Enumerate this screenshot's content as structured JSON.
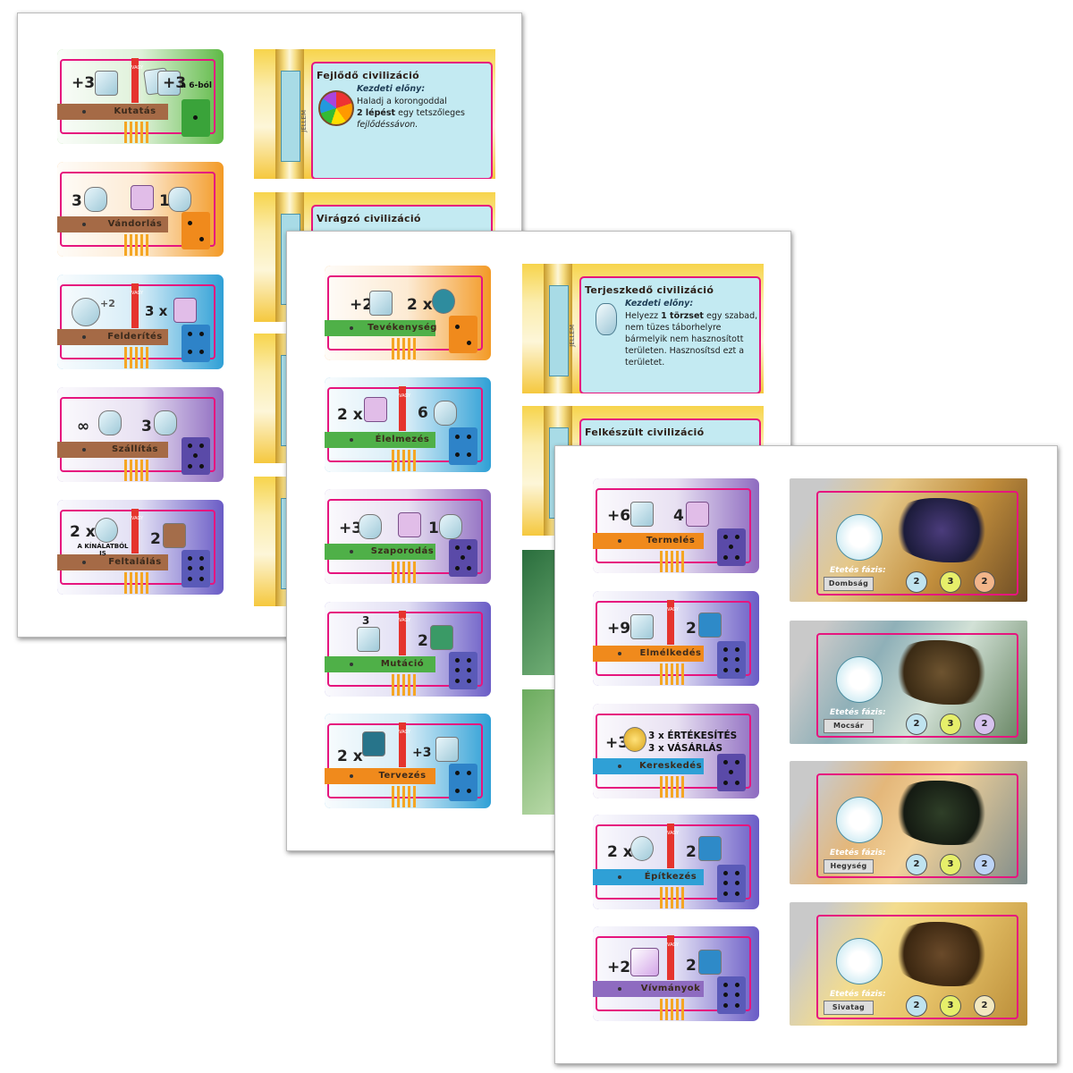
{
  "vagy_label": "VAGY",
  "sheet1": {
    "cards": [
      {
        "name": "Kutatás",
        "left_value": "+3",
        "right_value": "+3",
        "right_note": "a 6-ból"
      },
      {
        "name": "Vándorlás",
        "left_value": "3",
        "right_value": "1"
      },
      {
        "name": "Felderítés",
        "left_value": "+2",
        "right_value": "3 x"
      },
      {
        "name": "Szállítás",
        "left_value": "∞",
        "right_value": "3"
      },
      {
        "name": "Feltalálás",
        "left_value": "2 x",
        "left_note": "A KÍNÁLATBÓL IS",
        "right_value": "2"
      }
    ],
    "civs": [
      {
        "title": "Fejlődő civilizáció",
        "advantage": "Kezdeti előny:",
        "desc_plain1": "Haladj a korongoddal",
        "desc_bold": "2 lépést",
        "desc_plain2": "egy tetszőleges",
        "desc_italic": "fejlődéssávon."
      },
      {
        "title": "Virágzó civilizáció"
      }
    ]
  },
  "sheet2": {
    "cards": [
      {
        "name": "Tevékenység",
        "left_value": "+2",
        "right_value": "2 x"
      },
      {
        "name": "Élelmezés",
        "left_value": "2 x",
        "right_value": "6"
      },
      {
        "name": "Szaporodás",
        "left_value": "+3",
        "right_value": "1"
      },
      {
        "name": "Mutáció",
        "left_value": "3",
        "right_value": "2"
      },
      {
        "name": "Tervezés",
        "left_value": "2 x",
        "right_value": "+3"
      }
    ],
    "civs": [
      {
        "title": "Terjeszkedő civilizáció",
        "advantage": "Kezdeti előny:",
        "desc_plain1": "Helyezz",
        "desc_bold": "1 törzset",
        "desc_plain2": "egy szabad, nem tüzes táborhelyre bármelyik nem hasznosított területen. Hasznosítsd ezt a területet."
      },
      {
        "title": "Felkészült civilizáció"
      }
    ]
  },
  "sheet3": {
    "cards": [
      {
        "name": "Termelés",
        "left_value": "+6",
        "right_value": "4"
      },
      {
        "name": "Elmélkedés",
        "left_value": "+9",
        "right_value": "2"
      },
      {
        "name": "Kereskedés",
        "left_value": "+3",
        "right_line1": "3 x ÉRTÉKESÍTÉS",
        "right_line2": "3 x VÁSÁRLÁS"
      },
      {
        "name": "Építkezés",
        "left_value": "2 x",
        "right_value": "2"
      },
      {
        "name": "Vívmányok",
        "left_value": "+2",
        "right_value": "2"
      }
    ],
    "terrains": [
      {
        "name": "Dombság",
        "phase": "Etetés fázis:",
        "t1": "2",
        "t2": "3",
        "t3": "2"
      },
      {
        "name": "Mocsár",
        "phase": "Etetés fázis:",
        "t1": "2",
        "t2": "3",
        "t3": "2"
      },
      {
        "name": "Hegység",
        "phase": "Etetés fázis:",
        "t1": "2",
        "t2": "3",
        "t3": "2"
      },
      {
        "name": "Sivatag",
        "phase": "Etetés fázis:",
        "t1": "2",
        "t2": "3",
        "t3": "2"
      }
    ]
  },
  "colors": {
    "accent": "#e6157e",
    "vagy_red": "#e5342d",
    "gold": "#f5c83e"
  }
}
